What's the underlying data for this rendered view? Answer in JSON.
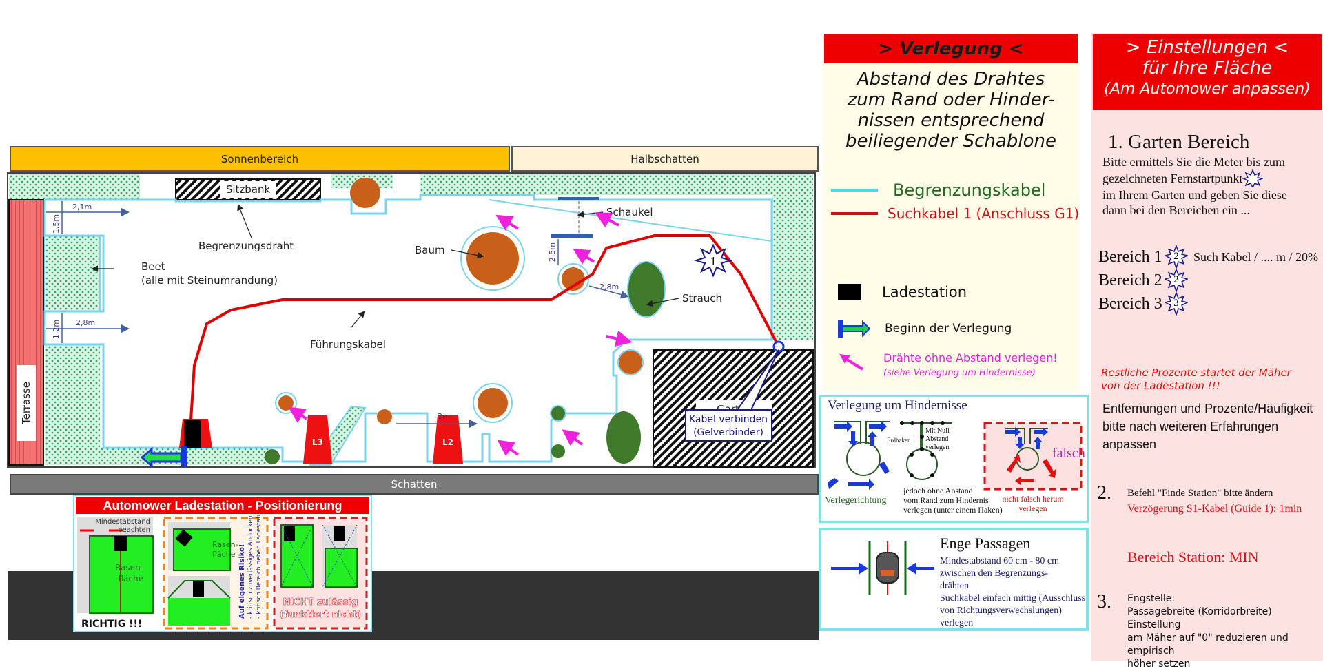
{
  "zones": {
    "sun": "Sonnenbereich",
    "half_shade": "Halbschatten",
    "shade": "Schatten"
  },
  "garden": {
    "terrace": "Terrasse",
    "bench": "Sitzbank",
    "boundary_wire_label": "Begrenzungsdraht",
    "bed_label": "Beet",
    "bed_note": "(alle mit Steinumrandung)",
    "tree_label": "Baum",
    "swing_label": "Schaukel",
    "bush_label": "Strauch",
    "guide_cable_label": "Führungskabel",
    "shed_label": "Garten",
    "connect_callout_line1": "Kabel verbinden",
    "connect_callout_line2": "(Gelverbinder)",
    "remote_start_marker": "1",
    "lamp_l3": "L3",
    "lamp_l2": "L2",
    "measurements": {
      "top_width": "2,1m",
      "top_height": "1,5m",
      "bed_width": "2,8m",
      "bed_height": "1,2m",
      "swing_gap": "2,5m",
      "bush_gap": "2,8m",
      "tree_gap": "3m"
    }
  },
  "positioning_panel": {
    "title": "Automower Ladestation - Positionierung",
    "min_distance_line1": "Mindestabstand",
    "min_distance_line2": "beachten",
    "lawn_line1": "Rasen-",
    "lawn_line2": "fläche",
    "correct_label": "RICHTIG !!!",
    "risk_line1": "Auf eigenes Risiko!",
    "risk_line2": "- kritisch zuverlässiges Andocken",
    "risk_line3": "- kritisch Bereich neben Ladestation",
    "not_allowed_line1": "NICHT zulässig",
    "not_allowed_line2": "(funktiert nicht)"
  },
  "verlegung": {
    "title": "> Verlegung <",
    "intro_lines": [
      "Abstand des Drahtes",
      "zum Rand oder Hinder-",
      "nissen entsprechend",
      "beiliegender Schablone"
    ],
    "legend": {
      "boundary_cable": "Begrenzungskabel",
      "guide_cable": "Suchkabel 1 (Anschluss G1)",
      "charging_station": "Ladestation",
      "start_laying": "Beginn der Verlegung",
      "no_gap_line1": "Drähte ohne Abstand verlegen!",
      "no_gap_line2": "(siehe Verlegung um Hindernisse)"
    },
    "obstacles": {
      "title": "Verlegung um Hindernisse",
      "direction_label": "Verlegerichtung",
      "ground_hook": "Erdhaken",
      "zero_gap_line1": "Mit Null",
      "zero_gap_line2": "Abstand",
      "zero_gap_line3": "verlegen",
      "note_line1": "jedoch ohne Abstand",
      "note_line2": "vom Rand zum Hindernis",
      "note_line3": "verlegen (unter einem Haken)",
      "wrong_label": "falsch",
      "wrong_note_line1": "nicht falsch herum",
      "wrong_note_line2": "verlegen"
    },
    "narrow": {
      "title": "Enge Passagen",
      "line1": "Mindestabstand 60 cm - 80 cm",
      "line2": "zwischen den Begrenzungs-",
      "line3": "drähten",
      "line4": "Suchkabel einfach mittig (Ausschluss",
      "line5": "von Richtungsverwechslungen) verlegen"
    }
  },
  "einstellungen": {
    "title_line1": "> Einstellungen <",
    "title_line2": "für Ihre Fläche",
    "title_line3": "(Am Automower anpassen)",
    "section1_title": "1. Garten Bereich",
    "section1_text_line1": "Bitte ermittels Sie die Meter bis zum",
    "section1_text_line2": "gezeichneten Fernstartpunkt",
    "section1_text_line3": "im Ihrem Garten und geben Sie diese",
    "section1_text_line4": "dann bei den Bereichen ein ...",
    "areas": [
      {
        "label": "Bereich 1",
        "marker": "2",
        "note": "Such Kabel / .... m / 20%"
      },
      {
        "label": "Bereich 2",
        "marker": "2",
        "note": ""
      },
      {
        "label": "Bereich 3",
        "marker": "3",
        "note": ""
      }
    ],
    "rest_note_line1": "Restliche Prozente  startet der Mäher",
    "rest_note_line2": "von der Ladestation !!!",
    "adjust_line1": "Entfernungen und Prozente/Häufigkeit",
    "adjust_line2": "bitte nach weiteren Erfahrungen anpassen",
    "section2_number": "2.",
    "section2_line1": "Befehl \"Finde Station\" bitte ändern",
    "section2_line2": "Verzögerung S1-Kabel (Guide 1): 1min",
    "station_area": "Bereich Station: MIN",
    "section3_number": "3.",
    "section3_line1": "Engstelle:",
    "section3_line2": "Passagebreite (Korridorbreite) Einstellung",
    "section3_line3": "am Mäher auf \"0\" reduzieren und empirisch",
    "section3_line4": "höher setzen"
  },
  "colors": {
    "boundary": "#7dd3ea",
    "guide": "#e00000",
    "tree": "#c8601a",
    "bush": "#3f7a2a",
    "header_red": "#ee0000",
    "magenta": "#ee22dd",
    "navy": "#1a1a8a"
  }
}
